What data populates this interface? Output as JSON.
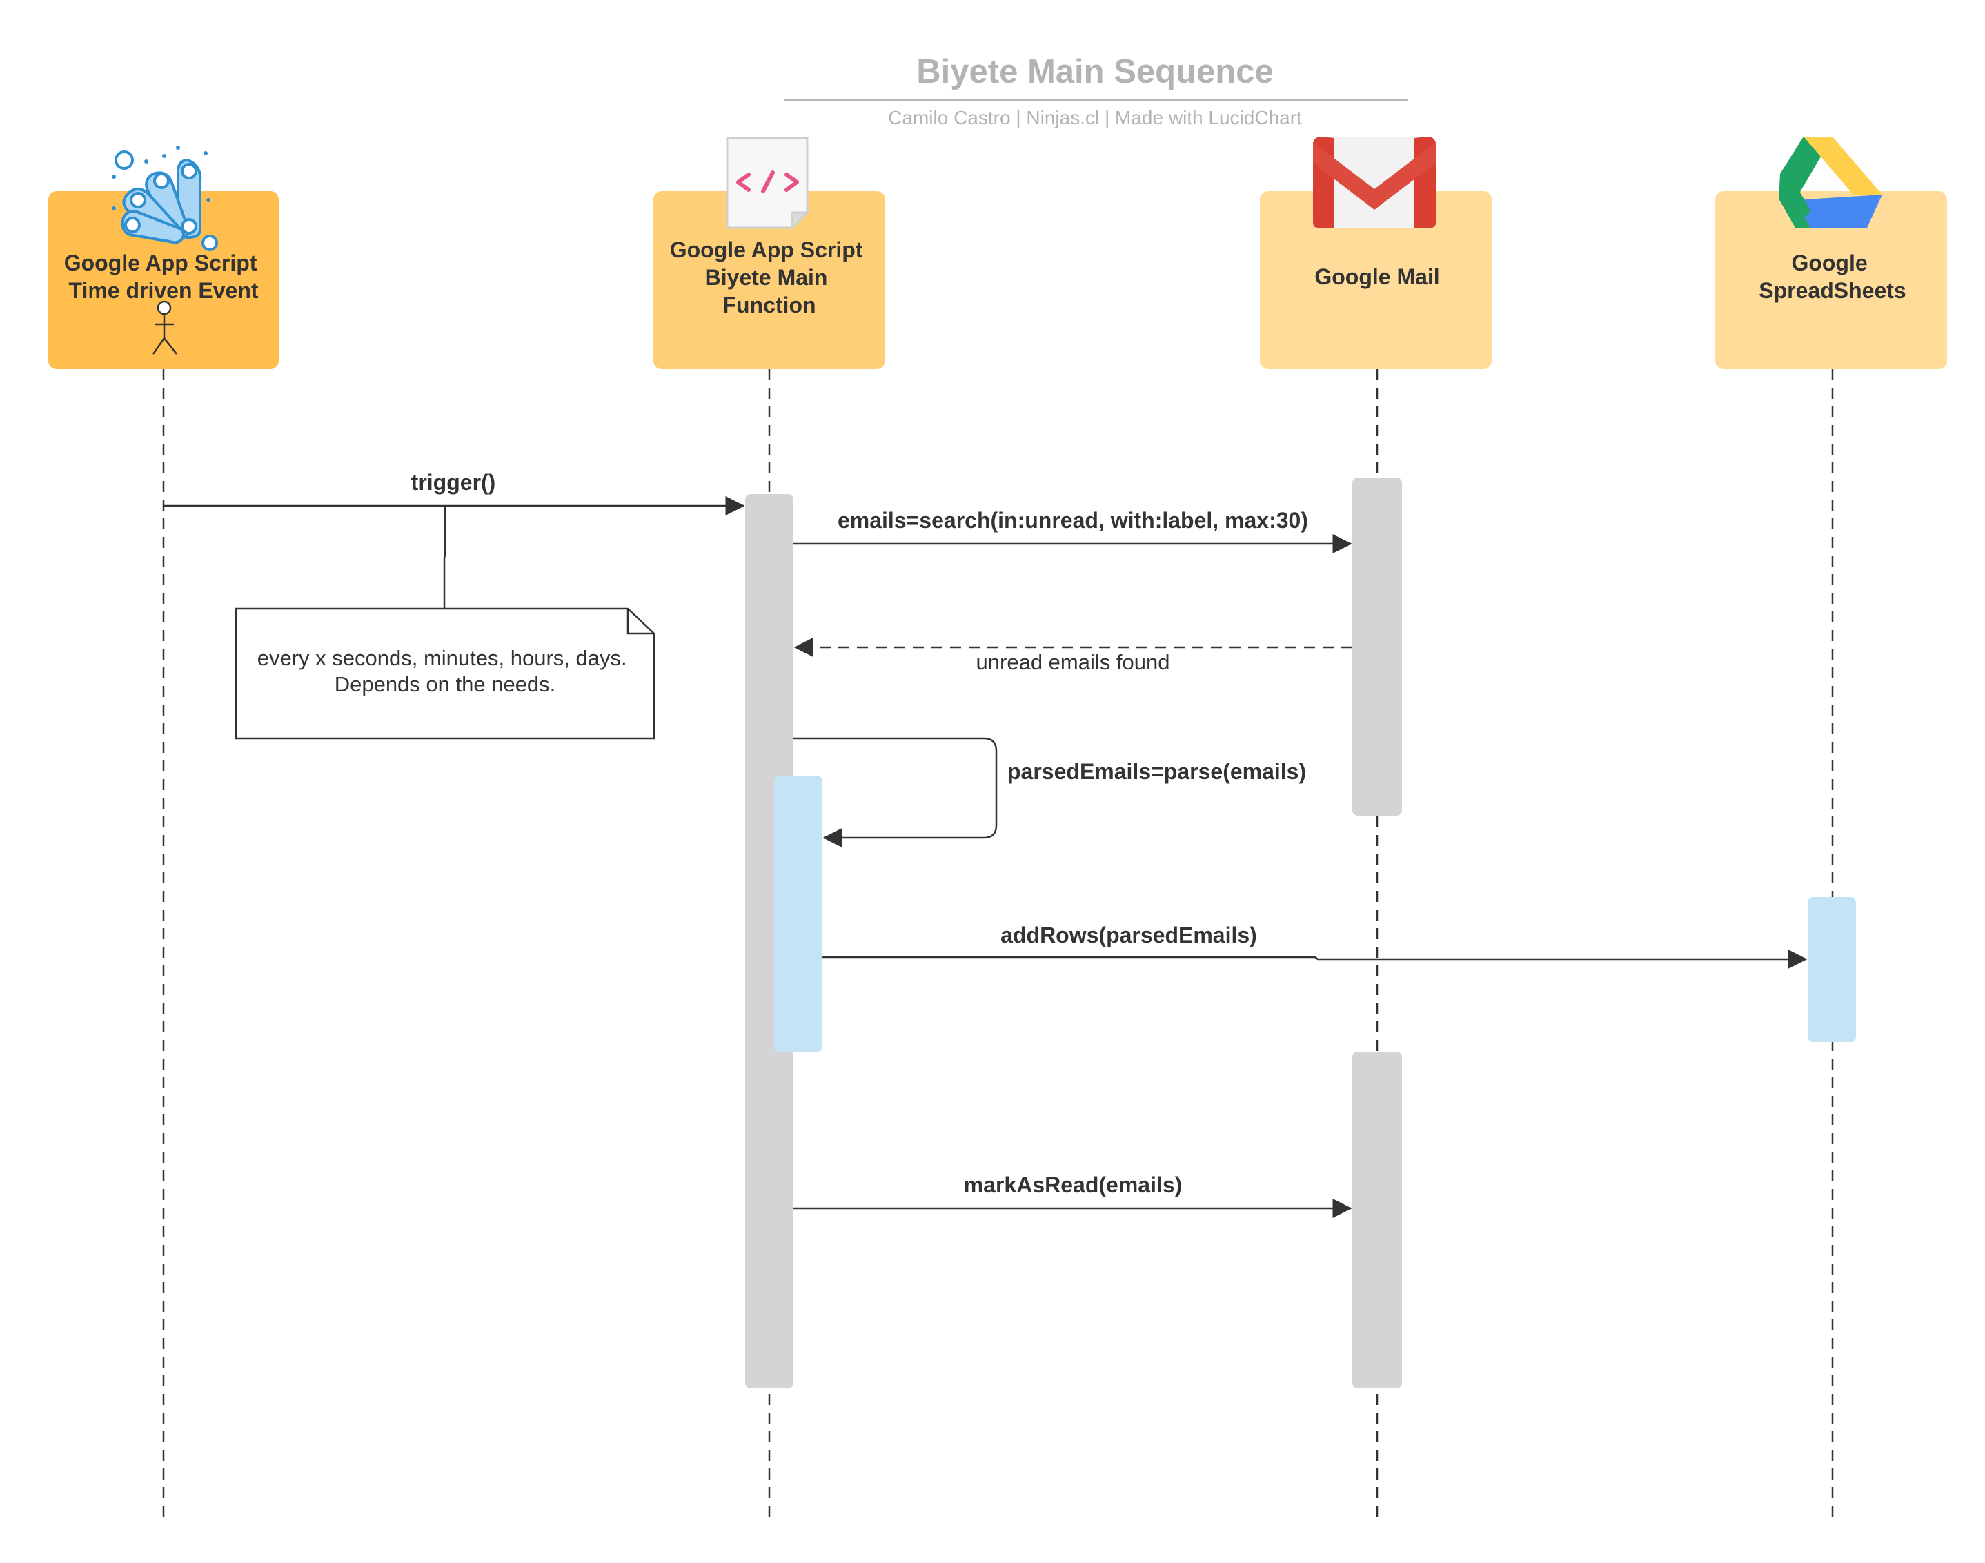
{
  "header": {
    "title": "Biyete Main Sequence",
    "subtitle": "Camilo Castro |  Ninjas.cl  | Made with LucidChart"
  },
  "participants": [
    {
      "name": "Google App Script Time driven Event",
      "lines": [
        "Google App Script",
        "Time driven Event"
      ],
      "icon": "peacock-tail-icon",
      "actor": "stick-figure-icon",
      "fill": "#ffbe4d"
    },
    {
      "name": "Google App Script Biyete Main Function",
      "lines": [
        "Google App Script",
        "Biyete Main",
        "Function"
      ],
      "icon": "code-file-icon",
      "fill": "#ffcf78"
    },
    {
      "name": "Google Mail",
      "lines": [
        "Google Mail"
      ],
      "icon": "gmail-icon",
      "fill": "#ffdc9a"
    },
    {
      "name": "Google SpreadSheets",
      "lines": [
        "Google",
        "SpreadSheets"
      ],
      "icon": "google-drive-icon",
      "fill": "#ffdc9a"
    }
  ],
  "messages": [
    {
      "label": "trigger()",
      "from": "Google App Script Time driven Event",
      "to": "Google App Script Biyete Main Function",
      "kind": "sync"
    },
    {
      "label": "emails=search(in:unread, with:label, max:30)",
      "from": "Google App Script Biyete Main Function",
      "to": "Google Mail",
      "kind": "sync"
    },
    {
      "label": "unread emails found",
      "from": "Google Mail",
      "to": "Google App Script Biyete Main Function",
      "kind": "return"
    },
    {
      "label": "parsedEmails=parse(emails)",
      "from": "Google App Script Biyete Main Function",
      "to": "Google App Script Biyete Main Function",
      "kind": "self"
    },
    {
      "label": "addRows(parsedEmails)",
      "from": "Google App Script Biyete Main Function",
      "to": "Google SpreadSheets",
      "kind": "sync"
    },
    {
      "label": "markAsRead(emails)",
      "from": "Google App Script Biyete Main Function",
      "to": "Google Mail",
      "kind": "sync"
    }
  ],
  "note": {
    "lines": [
      "every x seconds, minutes, hours, days.",
      "Depends on the needs."
    ]
  },
  "colors": {
    "activation_gray": "#d4d4d6",
    "activation_blue": "#c4e4f6",
    "line": "#333333",
    "title_gray": "#b3b3b3"
  }
}
